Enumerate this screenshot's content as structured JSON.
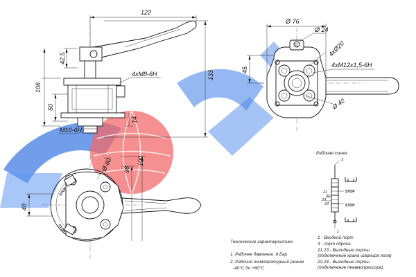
{
  "colors": {
    "watermark_red": "#f25a5a",
    "watermark_blue": "#2f6fe0",
    "line": "#111111"
  },
  "side_view": {
    "dim_width": "122",
    "dim_height_total": "133",
    "dim_height_body": "106",
    "dim_lever_offset": "42,5",
    "dim_lower": "50",
    "dim_bottom": "14",
    "label_thread_ports": "4xM8-6H",
    "label_thread_bottom": "M16-6H"
  },
  "top_view": {
    "dim_outer": "Ø 76",
    "dim_hole": "Ø 24",
    "dim_small_holes": "4xØ20",
    "dim_threads": "4xM12x1,5-6H",
    "dim_pcd": "Ø 42",
    "dim_offset": "45"
  },
  "front_view": {
    "dim_d80": "Ø 80",
    "dim_98": "98",
    "dim_100": "100",
    "dim_48": "48",
    "mark_stop_1": "STOP",
    "mark_stop_2": "STOP"
  },
  "scheme": {
    "title": "Рабочая схема",
    "port_21": "21",
    "port_22": "22",
    "port_23": "23",
    "port_24": "24",
    "port_1": "1",
    "port_3": "3",
    "stop_top": "STOP",
    "stop_bottom": "STOP"
  },
  "specs": {
    "title": "Технические характеристики",
    "line1": "1. Рабочее давление: 8 Бар",
    "line2": "2. Рабочий температурный режим",
    "line3": "-40°C до +80°C"
  },
  "legend": {
    "line1": "1 - Входной порт",
    "line2": "3 - порт сброса",
    "line3": "21,23 - Выходные порты",
    "line4": "(подключение крана шарнира пола)",
    "line5": "22,24 - Выходные порты",
    "line6": "(подключение пневмопрессора)"
  }
}
